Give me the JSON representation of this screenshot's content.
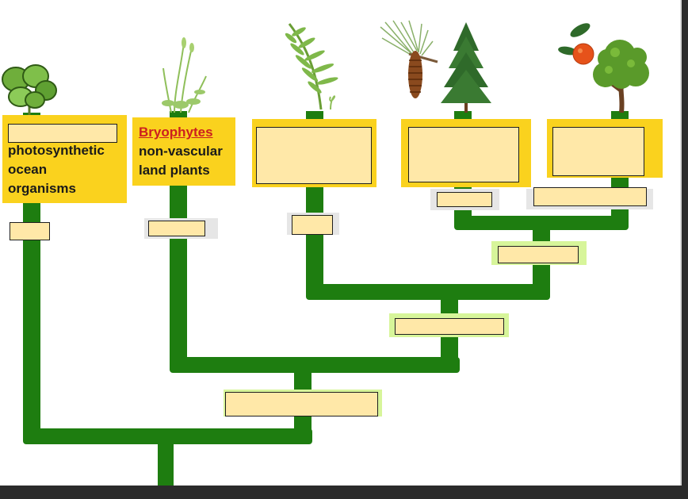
{
  "taxa": [
    {
      "id": "algae",
      "heading": "",
      "description_lines": [
        "photosynthetic",
        "ocean",
        "organisms"
      ]
    },
    {
      "id": "bryophytes",
      "heading": "Bryophytes",
      "description_lines": [
        "non-vascular",
        "land plants"
      ]
    },
    {
      "id": "ferns",
      "heading": "",
      "description_lines": []
    },
    {
      "id": "gymnosperms",
      "heading": "",
      "description_lines": []
    },
    {
      "id": "angiosperms",
      "heading": "",
      "description_lines": []
    }
  ],
  "icons": [
    "seaweed-icon",
    "moss-icon",
    "fern-icon",
    "pine-tree-icon",
    "fruit-tree-icon"
  ],
  "colors": {
    "branch": "#1e7d10",
    "label_fill": "#fad21e",
    "answer_box_fill": "#ffe8a8",
    "heading_red": "#cc1f1f"
  }
}
